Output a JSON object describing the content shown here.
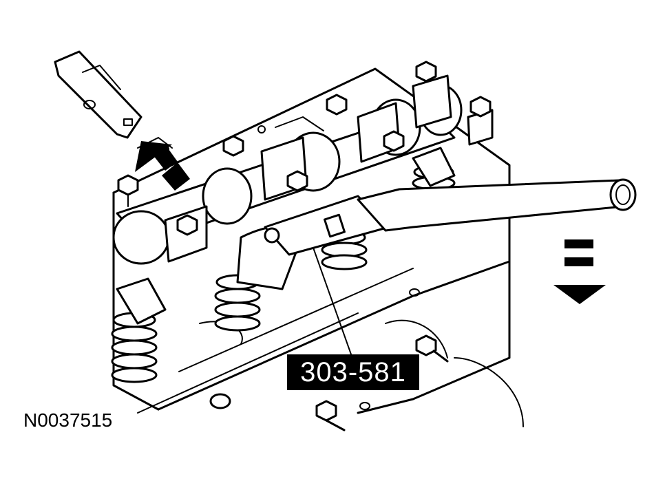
{
  "callouts": {
    "special_tool_number": "303-581"
  },
  "figure": {
    "id": "N0037515"
  },
  "colors": {
    "ink": "#000000",
    "background": "#ffffff"
  },
  "icons": {
    "removal_arrow": "dashed-arrow-up-left",
    "press_arrow": "dashed-arrow-down"
  }
}
